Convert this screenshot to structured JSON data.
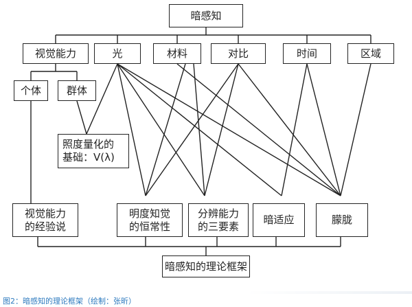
{
  "diagram": {
    "top": "暗感知",
    "categories": [
      "视觉能力",
      "光",
      "材料",
      "对比",
      "时间",
      "区域"
    ],
    "sub": [
      "个体",
      "群体"
    ],
    "basis": "照度量化的\n基础：V(λ)",
    "outcomes": [
      "视觉能力\n的经验说",
      "明度知觉\n的恒常性",
      "分辨能力\n的三要素",
      "暗适应",
      "朦胧"
    ],
    "framework": "暗感知的理论框架"
  },
  "caption": "图2：暗感知的理论框架（绘制：张昕）",
  "colors": {
    "line": "#222222",
    "caption": "#2f7bbf"
  }
}
